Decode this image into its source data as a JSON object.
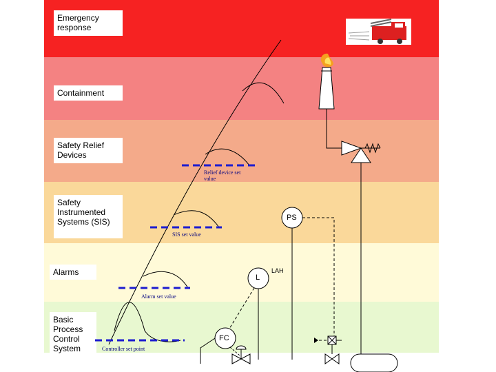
{
  "layers": [
    {
      "id": "emergency",
      "label": "Emergency response",
      "color": "#f62222"
    },
    {
      "id": "containment",
      "label": "Containment",
      "color": "#f48282"
    },
    {
      "id": "relief",
      "label": "Safety Relief Devices",
      "color": "#f4aa8a"
    },
    {
      "id": "sis",
      "label": "Safety Instrumented Systems (SIS)",
      "color": "#fad89a"
    },
    {
      "id": "alarms",
      "label": "Alarms",
      "color": "#fffad8"
    },
    {
      "id": "bpcs",
      "label": "Basic Process Control System",
      "color": "#e8f8d0"
    }
  ],
  "setpoints": {
    "relief": "Relief device set value",
    "sis": "SIS set value",
    "alarm": "Alarm set value",
    "controller": "Controller set point"
  },
  "instruments": {
    "ps": "PS",
    "lah": "LAH",
    "level": "L",
    "fc": "FC"
  },
  "icons": {
    "fire_truck": "fire-truck-icon",
    "flare": "flare-stack-icon",
    "relief_valve": "relief-valve-icon",
    "control_valve": "control-valve-icon",
    "vessel": "vessel-icon"
  },
  "colors": {
    "setpoint_line": "#1c1cd0",
    "trend_line": "#000000",
    "signal_line": "#000000"
  }
}
